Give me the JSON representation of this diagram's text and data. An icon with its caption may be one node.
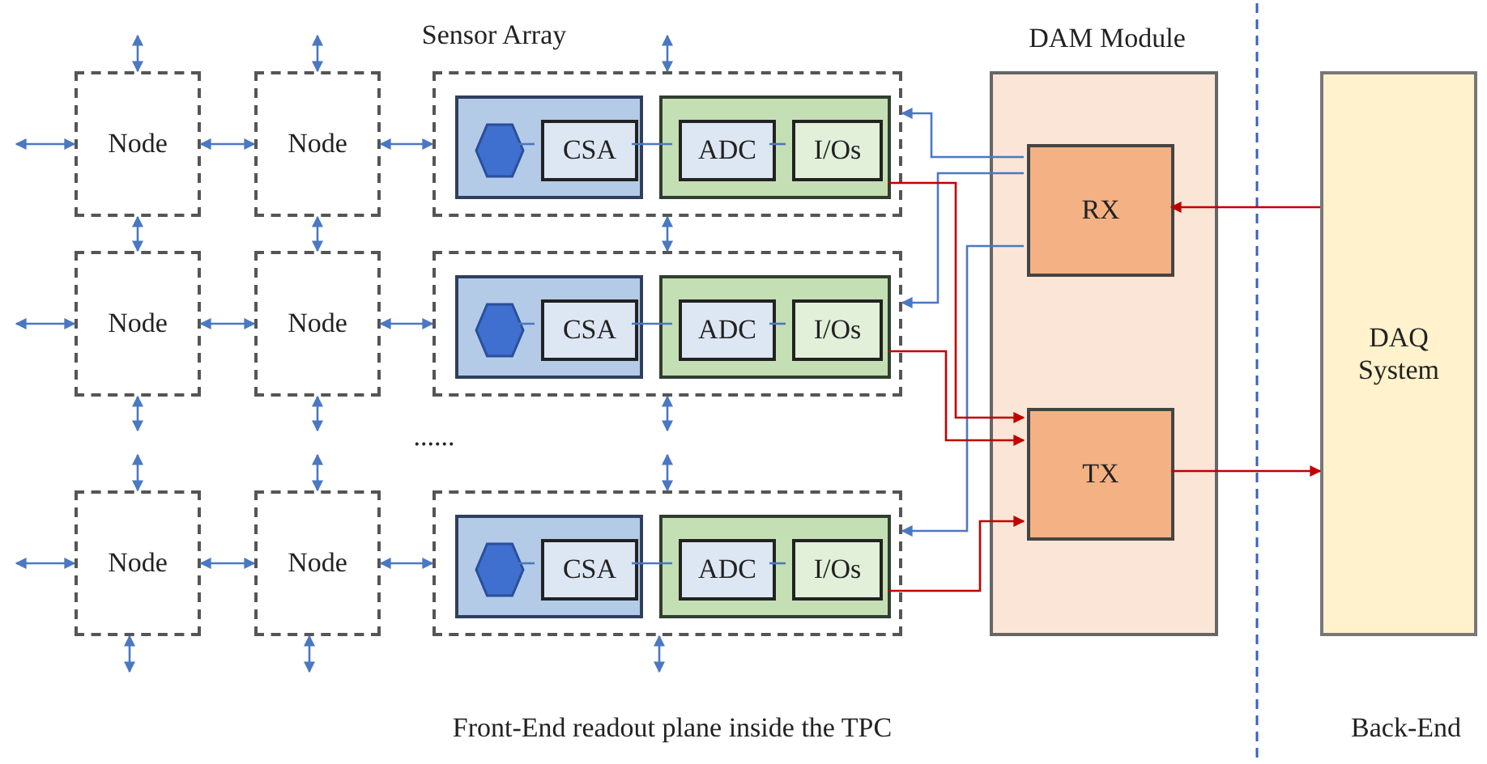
{
  "diagram": {
    "nodes": [
      {
        "text": [
          "Node"
        ]
      },
      {
        "text": [
          "Node"
        ]
      },
      {
        "text": [],
        "shape": "box"
      },
      {
        "text": [],
        "shape": "box",
        "in": 2
      },
      {
        "text": [],
        "shape": "hexagon",
        "in": 3
      },
      {
        "text": [
          "CSA"
        ],
        "in": 3
      },
      {
        "text": [],
        "shape": "box",
        "in": 2
      },
      {
        "text": [
          "ADC"
        ],
        "in": 6
      },
      {
        "text": [
          "I/Os"
        ],
        "in": 6
      },
      {
        "text": [
          "Node"
        ]
      },
      {
        "text": [
          "Node"
        ]
      },
      {
        "text": [],
        "shape": "box"
      },
      {
        "text": [],
        "shape": "box",
        "in": 11
      },
      {
        "text": [],
        "shape": "hexagon",
        "in": 12
      },
      {
        "text": [
          "CSA"
        ],
        "in": 12
      },
      {
        "text": [],
        "shape": "box",
        "in": 11
      },
      {
        "text": [
          "ADC"
        ],
        "in": 15
      },
      {
        "text": [
          "I/Os"
        ],
        "in": 15
      },
      {
        "text": [
          "Node"
        ]
      },
      {
        "text": [
          "Node"
        ]
      },
      {
        "text": [],
        "shape": "box"
      },
      {
        "text": [],
        "shape": "box",
        "in": 20
      },
      {
        "text": [],
        "shape": "hexagon",
        "in": 21
      },
      {
        "text": [
          "CSA"
        ],
        "in": 21
      },
      {
        "text": [],
        "shape": "box",
        "in": 20
      },
      {
        "text": [
          "ADC"
        ],
        "in": 24
      },
      {
        "text": [
          "I/Os"
        ],
        "in": 24
      },
      {
        "text": [
          "DAM Module"
        ]
      },
      {
        "text": [
          "RX"
        ],
        "in": 27
      },
      {
        "text": [
          "TX"
        ],
        "in": 27
      },
      {
        "text": [
          "DAQ System"
        ]
      }
    ],
    "edges": [
      {
        "from": null,
        "to": 0,
        "arrow": "both"
      },
      {
        "from": 0,
        "to": 1,
        "arrow": "both"
      },
      {
        "from": 1,
        "to": 2,
        "arrow": "both"
      },
      {
        "from": 4,
        "to": 5,
        "arrow": "none"
      },
      {
        "from": 5,
        "to": 7,
        "arrow": "none"
      },
      {
        "from": 7,
        "to": 8,
        "arrow": "none"
      },
      {
        "from": null,
        "to": 9,
        "arrow": "both"
      },
      {
        "from": 9,
        "to": 10,
        "arrow": "both"
      },
      {
        "from": 10,
        "to": 11,
        "arrow": "both"
      },
      {
        "from": 13,
        "to": 14,
        "arrow": "none"
      },
      {
        "from": 14,
        "to": 16,
        "arrow": "none"
      },
      {
        "from": 16,
        "to": 17,
        "arrow": "none"
      },
      {
        "from": null,
        "to": 18,
        "arrow": "both"
      },
      {
        "from": 18,
        "to": 19,
        "arrow": "both"
      },
      {
        "from": 19,
        "to": 20,
        "arrow": "both"
      },
      {
        "from": 22,
        "to": 23,
        "arrow": "none"
      },
      {
        "from": 23,
        "to": 25,
        "arrow": "none"
      },
      {
        "from": 25,
        "to": 26,
        "arrow": "none"
      },
      {
        "from": null,
        "to": 0,
        "arrow": "both"
      },
      {
        "from": null,
        "to": 1,
        "arrow": "both"
      },
      {
        "from": null,
        "to": 2,
        "arrow": "both"
      },
      {
        "from": 0,
        "to": 9,
        "arrow": "both"
      },
      {
        "from": 1,
        "to": 10,
        "arrow": "both"
      },
      {
        "from": 2,
        "to": 11,
        "arrow": "both"
      },
      {
        "from": 9,
        "to": null,
        "arrow": "both"
      },
      {
        "from": 10,
        "to": null,
        "arrow": "both"
      },
      {
        "from": 11,
        "to": null,
        "arrow": "both"
      },
      {
        "from": null,
        "to": 18,
        "arrow": "both"
      },
      {
        "from": null,
        "to": 19,
        "arrow": "both"
      },
      {
        "from": null,
        "to": 20,
        "arrow": "both"
      },
      {
        "from": 18,
        "to": null,
        "arrow": "both"
      },
      {
        "from": 19,
        "to": null,
        "arrow": "both"
      },
      {
        "from": 20,
        "to": null,
        "arrow": "both"
      },
      {
        "from": 28,
        "to": 2,
        "arrow": "to"
      },
      {
        "from": 28,
        "to": 11,
        "arrow": "to"
      },
      {
        "from": 28,
        "to": 20,
        "arrow": "to"
      },
      {
        "from": 6,
        "to": 29,
        "arrow": "to",
        "color": "#c00000"
      },
      {
        "from": 15,
        "to": 29,
        "arrow": "to",
        "color": "#c00000"
      },
      {
        "from": 24,
        "to": 29,
        "arrow": "to",
        "color": "#c00000"
      },
      {
        "from": 30,
        "to": 28,
        "arrow": "to",
        "color": "#c00000"
      },
      {
        "from": 29,
        "to": 30,
        "arrow": "to",
        "color": "#c00000"
      }
    ],
    "labels": [
      "Sensor Array",
      "......",
      "Front-End readout plane inside the TPC",
      "Back-End"
    ]
  }
}
